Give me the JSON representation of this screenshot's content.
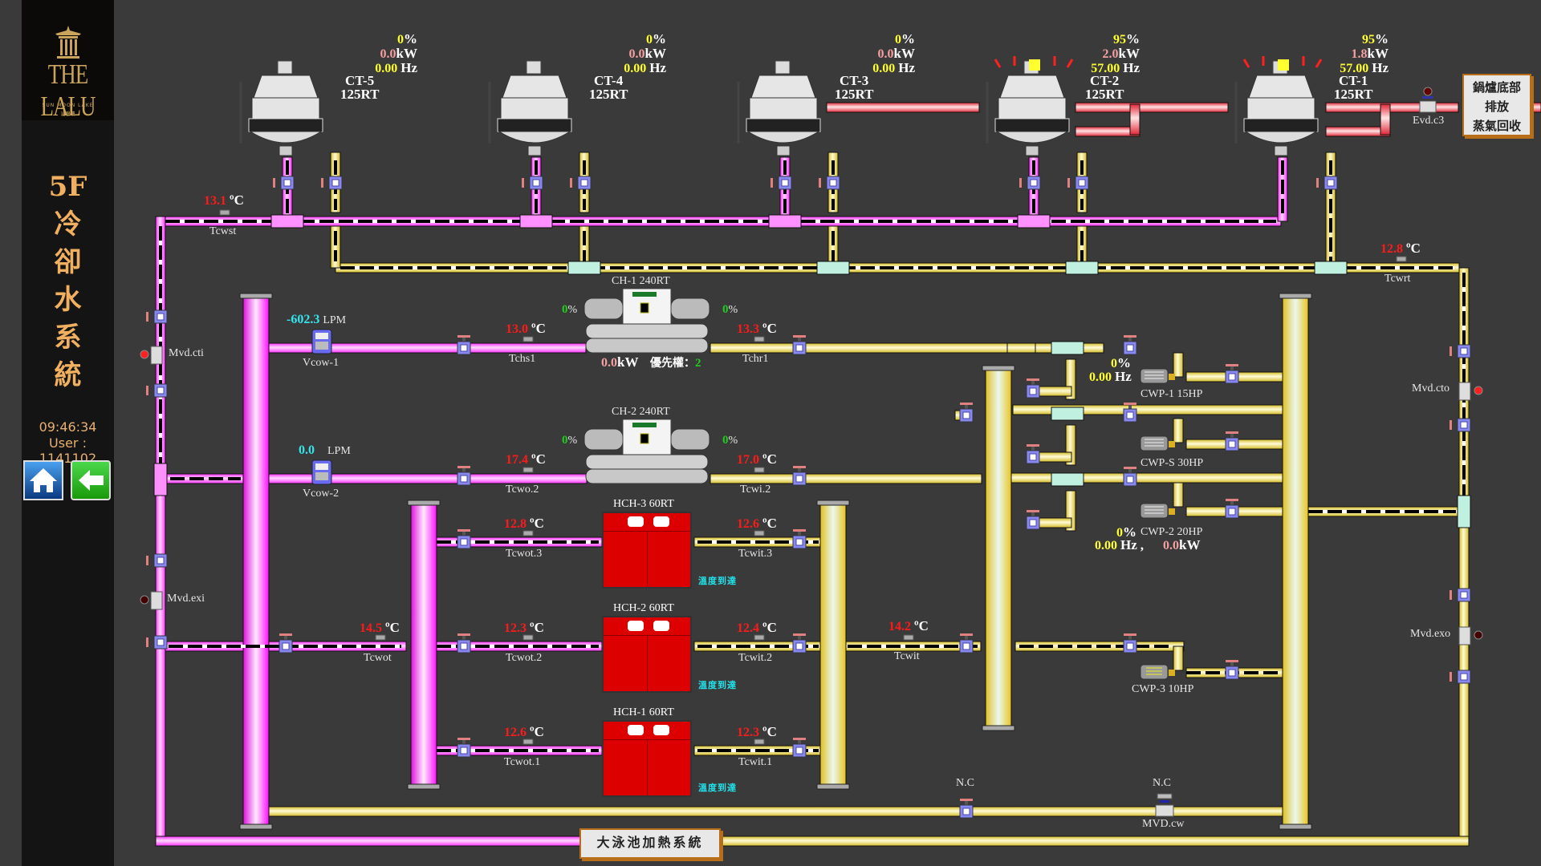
{
  "sidebar": {
    "logo_name": "THE LALU",
    "logo_sub": "SUN MOON LAKE",
    "logo_sub_cn": "涵碧樓",
    "title_floor": "5F",
    "title_chars": [
      "冷",
      "卻",
      "水",
      "系",
      "統"
    ],
    "time": "09:46:34",
    "user": "User : 1141102",
    "home_button": "home",
    "back_button": "back"
  },
  "colors": {
    "chilled_pipe": "#ff33ff",
    "condenser_pipe": "#e8d040",
    "steam_pipe": "#e83040",
    "value_temp": "#ff1a1a",
    "value_yellow": "#ffff33",
    "value_power": "#f4a0a0",
    "value_green": "#22cc22",
    "value_flow": "#33e6ee",
    "accent_sidebar": "#f0b060"
  },
  "cooling_towers": [
    {
      "id": "CT-5",
      "capacity": "125RT",
      "percent": "0",
      "kw": "0.0",
      "hz": "0.00",
      "running": false
    },
    {
      "id": "CT-4",
      "capacity": "125RT",
      "percent": "0",
      "kw": "0.0",
      "hz": "0.00",
      "running": false
    },
    {
      "id": "CT-3",
      "capacity": "125RT",
      "percent": "0",
      "kw": "0.0",
      "hz": "0.00",
      "running": false
    },
    {
      "id": "CT-2",
      "capacity": "125RT",
      "percent": "95",
      "kw": "2.0",
      "hz": "57.00",
      "running": true
    },
    {
      "id": "CT-1",
      "capacity": "125RT",
      "percent": "95",
      "kw": "1.8",
      "hz": "57.00",
      "running": true
    }
  ],
  "units": {
    "percent": "%",
    "kw": "kW",
    "hz": "Hz",
    "celsius": "ºC",
    "lpm": "LPM"
  },
  "sensors": {
    "tcwst": {
      "label": "Tcwst",
      "value": "13.1"
    },
    "tcwrt": {
      "label": "Tcwrt",
      "value": "12.8"
    },
    "tchs1": {
      "label": "Tchs1",
      "value": "13.0"
    },
    "tchr1": {
      "label": "Tchr1",
      "value": "13.3"
    },
    "tcwo2": {
      "label": "Tcwo.2",
      "value": "17.4"
    },
    "tcwi2": {
      "label": "Tcwi.2",
      "value": "17.0"
    },
    "tcwot3": {
      "label": "Tcwot.3",
      "value": "12.8"
    },
    "tcwit3": {
      "label": "Tcwit.3",
      "value": "12.6"
    },
    "tcwot": {
      "label": "Tcwot",
      "value": "14.5"
    },
    "tcwot2": {
      "label": "Tcwot.2",
      "value": "12.3"
    },
    "tcwit2": {
      "label": "Tcwit.2",
      "value": "12.4"
    },
    "tcwit": {
      "label": "Tcwit",
      "value": "14.2"
    },
    "tcwot1": {
      "label": "Tcwot.1",
      "value": "12.6"
    },
    "tcwit1": {
      "label": "Tcwit.1",
      "value": "12.3"
    }
  },
  "flowmeters": [
    {
      "id": "Vcow-1",
      "value": "-602.3"
    },
    {
      "id": "Vcow-2",
      "value": "0.0"
    }
  ],
  "chillers": [
    {
      "id": "CH-1 240RT",
      "left_pct": "0",
      "right_pct": "0",
      "kw": "0.0",
      "priority_label": "優先權：",
      "priority": "2"
    },
    {
      "id": "CH-2 240RT",
      "left_pct": "0",
      "right_pct": "0"
    }
  ],
  "heat_chillers": [
    {
      "id": "HCH-3 60RT",
      "status": "溫度到達"
    },
    {
      "id": "HCH-2 60RT",
      "status": "溫度到達"
    },
    {
      "id": "HCH-1 60RT",
      "status": "溫度到達"
    }
  ],
  "pumps": [
    {
      "id": "CWP-1 15HP",
      "percent": "0",
      "hz": "0.00"
    },
    {
      "id": "CWP-S 30HP"
    },
    {
      "id": "CWP-2 20HP",
      "percent": "0",
      "hz": "0.00",
      "kw": "0.0",
      "sep": ","
    },
    {
      "id": "CWP-3 10HP"
    }
  ],
  "motorized_valves": {
    "evd_c3": "Evd.c3",
    "mvd_cti": "Mvd.cti",
    "mvd_exi": "Mvd.exi",
    "mvd_cto": "Mvd.cto",
    "mvd_exo": "Mvd.exo",
    "mvd_cw": "MVD.cw",
    "nc1": "N.C",
    "nc2": "N.C"
  },
  "labels": {
    "boiler_box": [
      "鍋爐底部",
      "排放",
      "蒸氣回收"
    ],
    "pool_box": "大泳池加熱系統"
  }
}
